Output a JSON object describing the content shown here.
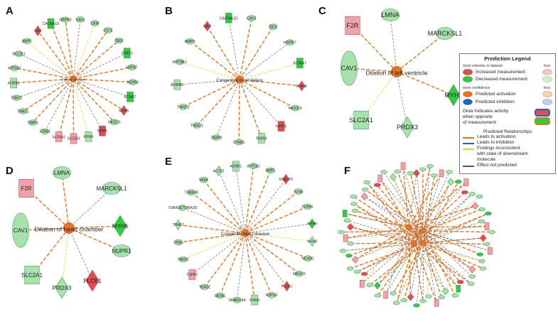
{
  "colors": {
    "increased": "#e34b4f",
    "increased_light": "#f0a3a6",
    "decreased": "#2ecc40",
    "decreased_light": "#a6e3ac",
    "activation": "#e8741a",
    "inhibition": "#1a66d1",
    "inconsistent": "#e8d21a",
    "not_predicted": "#777777"
  },
  "panels": [
    {
      "id": "A",
      "center_label": "Failure of heart",
      "center_size": 8,
      "label_size": 5,
      "nodes": [
        {
          "label": "CACNA1D",
          "shape": "rect",
          "tone": "dec"
        },
        {
          "label": "GRPR3",
          "shape": "ellipse",
          "tone": "dec-light"
        },
        {
          "label": "CAV1",
          "shape": "ellipse",
          "tone": "dec-light"
        },
        {
          "label": "CKM",
          "shape": "ellipse",
          "tone": "dec-light"
        },
        {
          "label": "CST3",
          "shape": "ellipse",
          "tone": "dec-light"
        },
        {
          "label": "DES",
          "shape": "ellipse",
          "tone": "dec-light"
        },
        {
          "label": "GDF15",
          "shape": "rect",
          "tone": "dec"
        },
        {
          "label": "HSPB7",
          "shape": "ellipse",
          "tone": "dec-light"
        },
        {
          "label": "HSPB2",
          "shape": "ellipse",
          "tone": "dec-light"
        },
        {
          "label": "KCNA7",
          "shape": "rect",
          "tone": "dec"
        },
        {
          "label": "MYH6",
          "shape": "diamond",
          "tone": "inc"
        },
        {
          "label": "NKX2-5",
          "shape": "ellipse",
          "tone": "dec-light"
        },
        {
          "label": "NPPB",
          "shape": "rect",
          "tone": "inc"
        },
        {
          "label": "RXRA",
          "shape": "rect",
          "tone": "dec-light"
        },
        {
          "label": "SLC2A1",
          "shape": "rect",
          "tone": "inc-light"
        },
        {
          "label": "SLC6A1",
          "shape": "rect",
          "tone": "inc-light"
        },
        {
          "label": "STAB1",
          "shape": "ellipse",
          "tone": "dec-light"
        },
        {
          "label": "TIMP3",
          "shape": "ellipse",
          "tone": "dec-light"
        },
        {
          "label": "TNNC1",
          "shape": "ellipse",
          "tone": "dec-light"
        },
        {
          "label": "TNNT2",
          "shape": "ellipse",
          "tone": "dec-light"
        },
        {
          "label": "ADRB1",
          "shape": "rect",
          "tone": "dec-light"
        },
        {
          "label": "ATP2A2",
          "shape": "ellipse",
          "tone": "dec-light"
        },
        {
          "label": "BCL2L1",
          "shape": "ellipse",
          "tone": "dec-light"
        },
        {
          "label": "BMP1",
          "shape": "ellipse",
          "tone": "dec-light"
        },
        {
          "label": "CA3",
          "shape": "diamond",
          "tone": "inc"
        }
      ]
    },
    {
      "id": "B",
      "center_label": "Congestive heart failure",
      "center_size": 10,
      "label_size": 5.5,
      "nodes": [
        {
          "label": "CACNA1D",
          "shape": "rect",
          "tone": "dec"
        },
        {
          "label": "CAV1",
          "shape": "ellipse",
          "tone": "dec-light"
        },
        {
          "label": "DES",
          "shape": "ellipse",
          "tone": "dec-light"
        },
        {
          "label": "HSPB7",
          "shape": "ellipse",
          "tone": "dec-light"
        },
        {
          "label": "KCNA7",
          "shape": "rect",
          "tone": "dec"
        },
        {
          "label": "MYH6",
          "shape": "diamond",
          "tone": "inc"
        },
        {
          "label": "NKX2-5",
          "shape": "ellipse",
          "tone": "dec-light"
        },
        {
          "label": "NPPB",
          "shape": "rect",
          "tone": "inc"
        },
        {
          "label": "RXRA",
          "shape": "rect",
          "tone": "dec-light"
        },
        {
          "label": "STAB1",
          "shape": "ellipse",
          "tone": "dec-light"
        },
        {
          "label": "TIMP3",
          "shape": "ellipse",
          "tone": "dec-light"
        },
        {
          "label": "TNNC1",
          "shape": "ellipse",
          "tone": "dec-light"
        },
        {
          "label": "TNNT2",
          "shape": "ellipse",
          "tone": "dec-light"
        },
        {
          "label": "ADRB1",
          "shape": "rect",
          "tone": "dec-light"
        },
        {
          "label": "ATP2B2",
          "shape": "ellipse",
          "tone": "dec-light"
        },
        {
          "label": "BMP1",
          "shape": "ellipse",
          "tone": "dec-light"
        },
        {
          "label": "CA3",
          "shape": "diamond",
          "tone": "inc"
        }
      ]
    },
    {
      "id": "C",
      "center_label": "Dilation of left ventricle",
      "center_size": 14,
      "label_size": 9,
      "nodes": [
        {
          "label": "F2R",
          "shape": "rect",
          "tone": "inc-light"
        },
        {
          "label": "LMNA",
          "shape": "ellipse",
          "tone": "dec-light"
        },
        {
          "label": "MARCKSL1",
          "shape": "ellipse",
          "tone": "dec-light"
        },
        {
          "label": "MYH6",
          "shape": "diamond",
          "tone": "dec"
        },
        {
          "label": "PRDX3",
          "shape": "diamond",
          "tone": "dec-light"
        },
        {
          "label": "SLC2A1",
          "shape": "rect",
          "tone": "dec-light"
        },
        {
          "label": "CAV1",
          "shape": "ellipse",
          "tone": "dec-light"
        }
      ]
    },
    {
      "id": "D",
      "center_label": "Dilation of heart chamber",
      "center_size": 14,
      "label_size": 8,
      "nodes": [
        {
          "label": "F2R",
          "shape": "rect",
          "tone": "inc-light"
        },
        {
          "label": "LMNA",
          "shape": "ellipse",
          "tone": "dec-light"
        },
        {
          "label": "MARCKSL1",
          "shape": "ellipse",
          "tone": "dec-light"
        },
        {
          "label": "MYH6",
          "shape": "diamond",
          "tone": "dec"
        },
        {
          "label": "NUPR1",
          "shape": "ellipse",
          "tone": "dec-light"
        },
        {
          "label": "PLCE1",
          "shape": "diamond",
          "tone": "inc"
        },
        {
          "label": "PRDX3",
          "shape": "diamond",
          "tone": "dec-light"
        },
        {
          "label": "SLC2A1",
          "shape": "rect",
          "tone": "dec-light"
        },
        {
          "label": "CAV1",
          "shape": "ellipse",
          "tone": "dec-light"
        }
      ]
    },
    {
      "id": "E",
      "center_label": "Congenital heart disease",
      "center_size": 10,
      "label_size": 5,
      "nodes": [
        {
          "label": "ADRB1",
          "shape": "rect",
          "tone": "dec-light"
        },
        {
          "label": "ATP2A2",
          "shape": "ellipse",
          "tone": "dec-light"
        },
        {
          "label": "BMP1",
          "shape": "ellipse",
          "tone": "dec-light"
        },
        {
          "label": "DNAJP3",
          "shape": "diamond",
          "tone": "inc"
        },
        {
          "label": "FLNA",
          "shape": "ellipse",
          "tone": "dec-light"
        },
        {
          "label": "FURIN",
          "shape": "ellipse",
          "tone": "dec-light"
        },
        {
          "label": "MYH6",
          "shape": "diamond",
          "tone": "dec"
        },
        {
          "label": "MYH6",
          "shape": "diamond",
          "tone": "dec-light"
        },
        {
          "label": "NCOR2",
          "shape": "ellipse",
          "tone": "dec-light"
        },
        {
          "label": "NKX2-5",
          "shape": "ellipse",
          "tone": "dec-light"
        },
        {
          "label": "PLCE1",
          "shape": "diamond",
          "tone": "inc"
        },
        {
          "label": "RDH10",
          "shape": "ellipse",
          "tone": "dec-light"
        },
        {
          "label": "RXRA",
          "shape": "rect",
          "tone": "dec-light"
        },
        {
          "label": "SMARCA4",
          "shape": "ellipse",
          "tone": "dec-light"
        },
        {
          "label": "SNTA1",
          "shape": "ellipse",
          "tone": "dec-light"
        },
        {
          "label": "TEAD2",
          "shape": "ellipse",
          "tone": "dec-light"
        },
        {
          "label": "TGFB2",
          "shape": "rect",
          "tone": "inc-light"
        },
        {
          "label": "TNNT2",
          "shape": "ellipse",
          "tone": "dec-light"
        },
        {
          "label": "TPM1",
          "shape": "ellipse",
          "tone": "dec-light"
        },
        {
          "label": "TRAF7",
          "shape": "diamond",
          "tone": "dec-light"
        },
        {
          "label": "TUBA3C/TUBA3D",
          "shape": "ellipse",
          "tone": "dec-light"
        },
        {
          "label": "TUBB4B",
          "shape": "ellipse",
          "tone": "dec-light"
        },
        {
          "label": "VASP",
          "shape": "ellipse",
          "tone": "dec-light"
        },
        {
          "label": "ACTC1",
          "shape": "diamond",
          "tone": "dec-light"
        }
      ]
    },
    {
      "id": "F",
      "center_label": "",
      "center_size": 4,
      "label_size": 2.5,
      "nodes": []
    }
  ],
  "legend": {
    "title": "Prediction Legend",
    "more_extreme": "more extreme in dataset",
    "less": "less",
    "increased": "Increased measurement",
    "decreased": "Decreased measurement",
    "more_confidence": "more confidence",
    "less2": "less",
    "pred_activation": "Predicted activation",
    "pred_inhibition": "Predicted inhibition",
    "glow_1": "Glow Indicates activity",
    "glow_2": "when opposite",
    "glow_3": "of measurement",
    "relationships_title": "Predicted Relationships",
    "rel_activation": "Leads to activation",
    "rel_inhibition": "Leads to inhibition",
    "rel_inconsistent_1": "Findings inconsistent",
    "rel_inconsistent_2": "with state of downstream",
    "rel_inconsistent_3": "molecule",
    "rel_not_predicted": "Effect not predicted"
  }
}
